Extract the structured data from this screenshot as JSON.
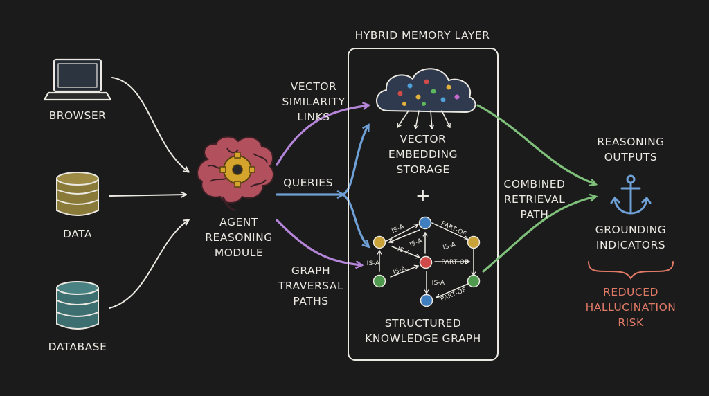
{
  "sources": {
    "browser": "BROWSER",
    "data": "DATA",
    "database": "DATABASE"
  },
  "agent": {
    "line1": "AGENT",
    "line2": "REASONING",
    "line3": "MODULE"
  },
  "arrows": {
    "vector_links": {
      "line1": "VECTOR",
      "line2": "SIMILARITY",
      "line3": "LINKS"
    },
    "queries": "QUERIES",
    "graph_paths": {
      "line1": "GRAPH",
      "line2": "TRAVERSAL",
      "line3": "PATHS"
    },
    "combined": {
      "line1": "COMBINED",
      "line2": "RETRIEVAL",
      "line3": "PATH"
    }
  },
  "memory": {
    "title": "HYBRID MEMORY LAYER",
    "vector_storage": {
      "line1": "VECTOR",
      "line2": "EMBEDDING",
      "line3": "STORAGE"
    },
    "plus": "+",
    "graph_title": {
      "line1": "STRUCTURED",
      "line2": "KNOWLEDGE GRAPH"
    },
    "edge_labels": [
      "IS-A",
      "IS-A",
      "IS-A",
      "IS-A",
      "IS-A",
      "PART-OF",
      "IS-A",
      "PART-OF",
      "IS-A",
      "PART-OF"
    ]
  },
  "outputs": {
    "title": {
      "line1": "REASONING",
      "line2": "OUTPUTS"
    },
    "grounding": {
      "line1": "GROUNDING",
      "line2": "INDICATORS"
    },
    "risk": {
      "line1": "REDUCED",
      "line2": "HALLUCINATION",
      "line3": "RISK"
    }
  },
  "colors": {
    "background": "#1b1b1b",
    "chalk": "#ece9e2",
    "purple_arrow": "#b585d9",
    "blue_arrow": "#6fa0d6",
    "green_arrow": "#7fc07a",
    "red_text": "#e07a67",
    "node_yellow": "#c9a23a",
    "node_blue": "#3f7fc0",
    "node_red": "#d04a4a",
    "node_green": "#4f9a4f"
  },
  "icons": [
    "laptop-icon",
    "data-cylinder-icon",
    "database-cylinder-icon",
    "brain-gear-icon",
    "cloud-icon",
    "anchor-icon"
  ]
}
